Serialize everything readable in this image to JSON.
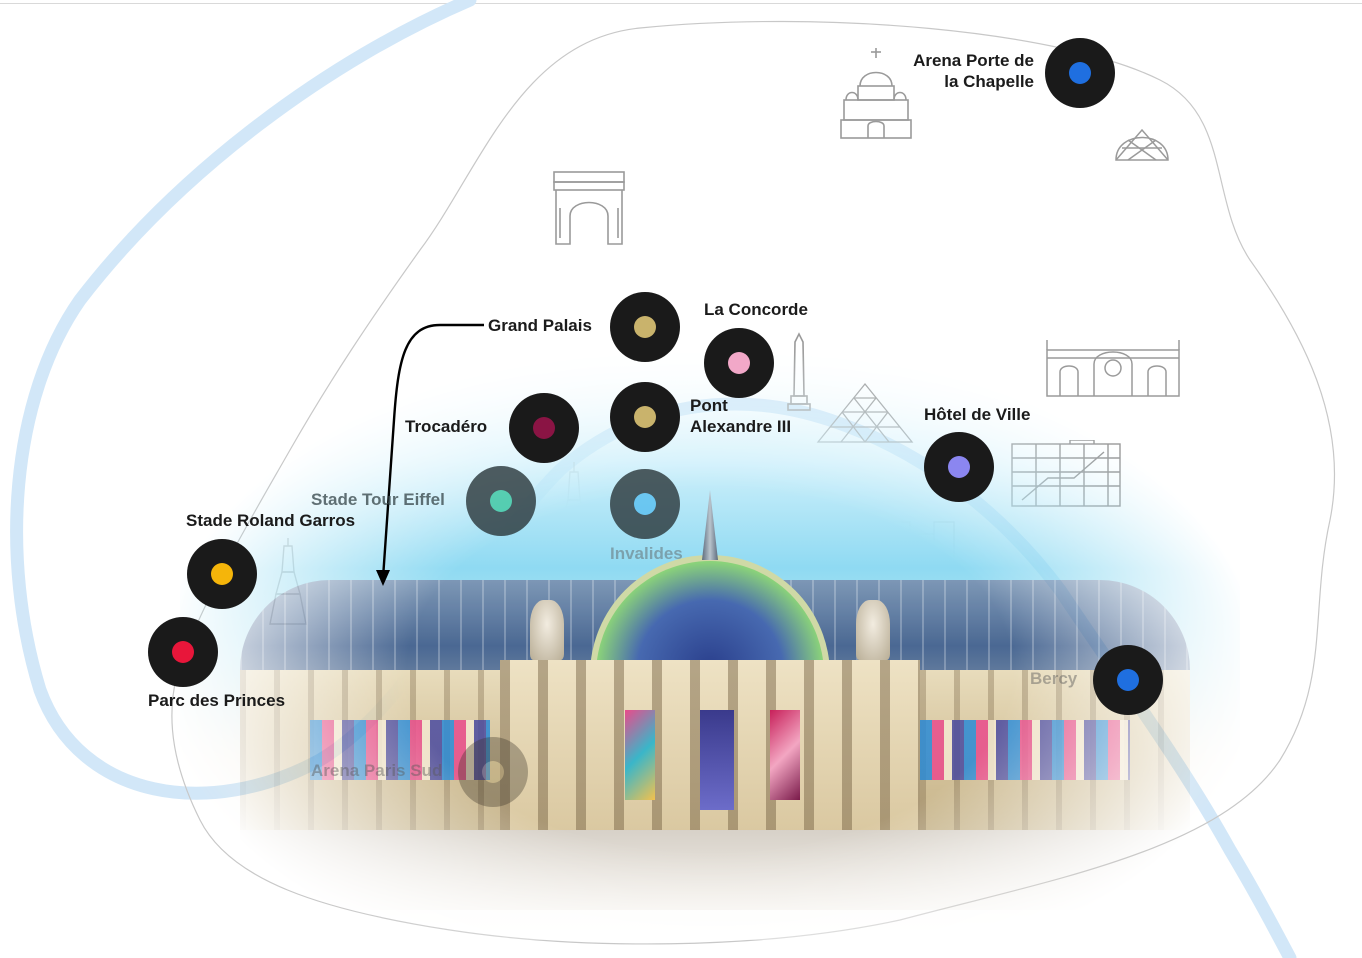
{
  "colors": {
    "river": "#cfe6f7",
    "boundary": "#c8c8c8",
    "marker_ring": "#1a1a1a",
    "arrow": "#000000"
  },
  "venues": {
    "arena_porte_chapelle": {
      "line1": "Arena Porte de",
      "line2": "la Chapelle",
      "color": "#1f6fe0"
    },
    "grand_palais": {
      "label": "Grand Palais",
      "color": "#c9b36c"
    },
    "la_concorde": {
      "label": "La Concorde",
      "color": "#f2a8c8"
    },
    "pont_alexandre": {
      "line1": "Pont",
      "line2": "Alexandre III",
      "color": "#c9b36c"
    },
    "hotel_de_ville": {
      "label": "Hôtel de Ville",
      "color": "#8b86f0"
    },
    "trocadero": {
      "label": "Trocadéro",
      "color": "#8a1444"
    },
    "tour_eiffel": {
      "label": "Stade Tour Eiffel",
      "color": "#3ec7a2"
    },
    "invalides": {
      "label": "Invalides",
      "color": "#5bc0f0"
    },
    "roland_garros": {
      "label": "Stade Roland Garros",
      "color": "#f5b50a"
    },
    "parc_princes": {
      "label": "Parc des Princes",
      "color": "#e8163a"
    },
    "bercy": {
      "label": "Bercy",
      "color": "#1f6fe0"
    },
    "arena_paris_sud": {
      "label": "Arena Paris Sud",
      "color": "#b0a070"
    }
  },
  "landmarks": [
    "sacre-coeur-icon",
    "geode-icon",
    "arc-de-triomphe-icon",
    "obelisk-icon",
    "louvre-pyramid-icon",
    "gare-icon",
    "pompidou-icon",
    "eiffel-tower-icon",
    "notre-dame-icon",
    "eiffel-tower-small-icon"
  ]
}
